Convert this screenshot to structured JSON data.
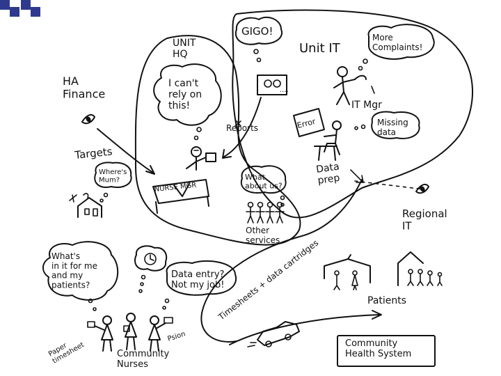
{
  "corner_squares_color": "#2f3a8f",
  "labels": {
    "unit_hq": "UNIT\nHQ",
    "unit_it": "Unit IT",
    "ha_finance": "HA\nFinance",
    "targets": "Targets",
    "reports": "Reports",
    "it_mgr": "IT Mgr",
    "error": "Error",
    "data_prep": "Data\nprep",
    "nurse_mgr": "NURSE MGR",
    "other_services": "Other\nservices",
    "regional_it": "Regional\nIT",
    "timesheets_data_cartridges": "Timesheets + data cartridges",
    "patients": "Patients",
    "paper_timesheet": "Paper\ntimesheet",
    "psion": "Psion",
    "community_nurses": "Community\nNurses",
    "community_health_system": "Community\nHealth System"
  },
  "bubbles": {
    "gigo": "GIGO!",
    "more_complaints": "More\nComplaints!",
    "cant_rely": "I can't\nrely on\nthis!",
    "missing_data": "Missing\ndata",
    "wheres_mum": "Where's\nMum?",
    "what_about_us": "What\nabout us?",
    "whats_in_it": "What's\nin it for me\nand my\npatients?",
    "data_entry": "Data entry?\nNot my job!",
    "screen_ellipsis": "....",
    "x_mark": "X"
  }
}
